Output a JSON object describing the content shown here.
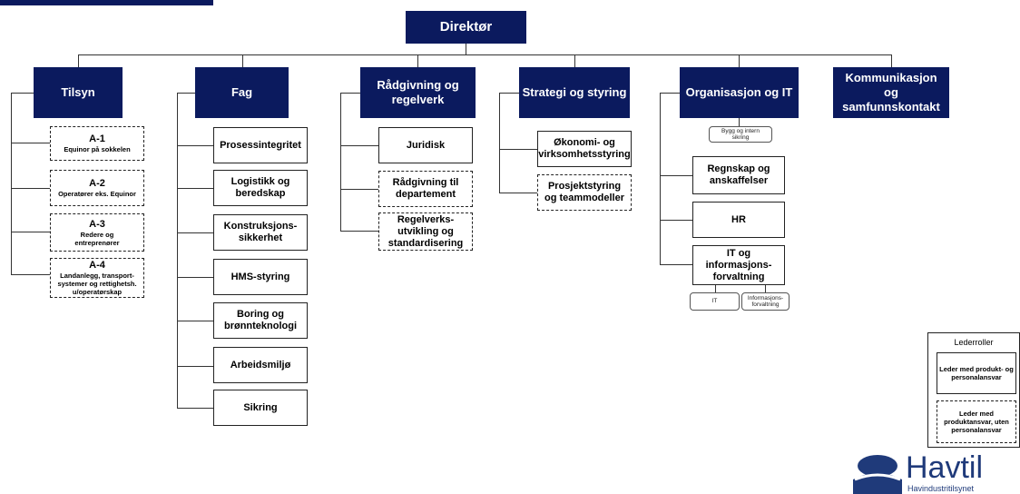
{
  "director": "Direktør",
  "departments": [
    "Tilsyn",
    "Fag",
    "Rådgivning og regelverk",
    "Strategi og styring",
    "Organisasjon og IT",
    "Kommunikasjon og samfunnskontakt"
  ],
  "tilsyn": [
    {
      "code": "A-1",
      "desc": "Equinor på sokkelen"
    },
    {
      "code": "A-2",
      "desc": "Operatører eks. Equinor"
    },
    {
      "code": "A-3",
      "desc": "Redere og entreprenører"
    },
    {
      "code": "A-4",
      "desc": "Landanlegg, transport-systemer og rettighetsh. u/operatørskap"
    }
  ],
  "fag": [
    "Prosessintegritet",
    "Logistikk og beredskap",
    "Konstruksjons-sikkerhet",
    "HMS-styring",
    "Boring og brønnteknologi",
    "Arbeidsmiljø",
    "Sikring"
  ],
  "radgivning": [
    "Juridisk",
    "Rådgivning til departement",
    "Regelverks-utvikling og standardisering"
  ],
  "strategi": [
    "Økonomi- og virksomhetsstyring",
    "Prosjektstyring og teammodeller"
  ],
  "organisasjon": {
    "top_unit": "Bygg og intern sikring",
    "units": [
      "Regnskap og anskaffelser",
      "HR",
      "IT og informasjons-forvaltning"
    ],
    "it_sub": [
      "IT",
      "Informasjons-forvaltning"
    ]
  },
  "legend": {
    "title": "Lederroller",
    "solid": "Leder med produkt- og personalansvar",
    "dashed": "Leder med produktansvar, uten personalansvar"
  },
  "logo": {
    "name": "Havtil",
    "subtitle": "Havindustritilsynet"
  },
  "colors": {
    "navy": "#0b1a5e",
    "logo_blue": "#1f3a7a"
  }
}
